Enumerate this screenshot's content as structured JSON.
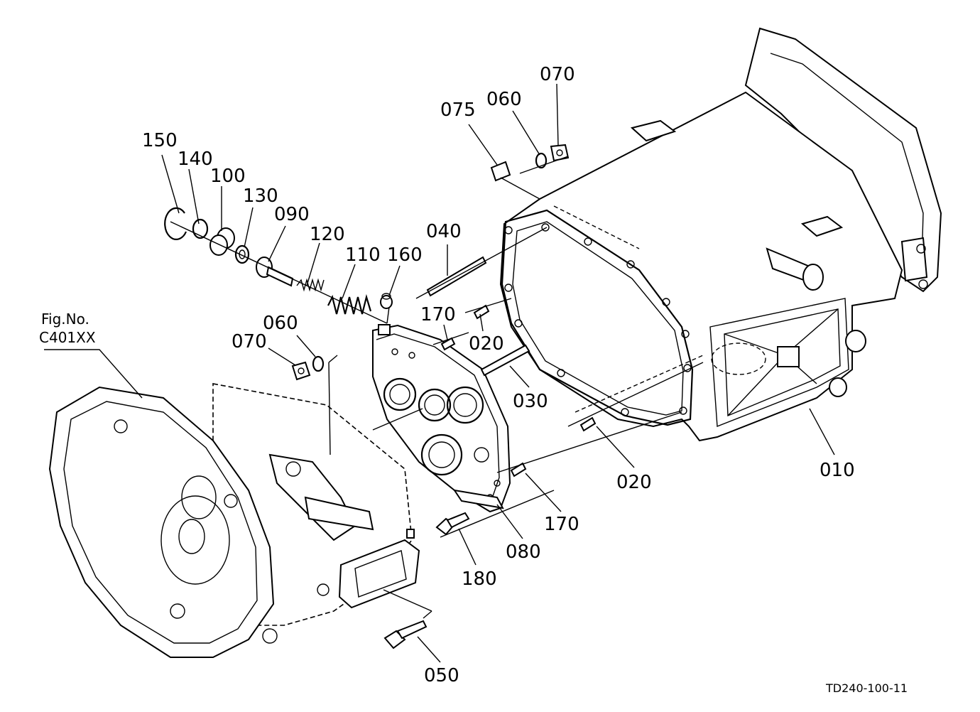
{
  "figure_ref": {
    "line1": "Fig.No.",
    "line2": "C401XX"
  },
  "drawing_number": "TD240-100-11",
  "callouts": {
    "p010": "010",
    "p020a": "020",
    "p020b": "020",
    "p030": "030",
    "p040": "040",
    "p050": "050",
    "p060a": "060",
    "p060b": "060",
    "p070a": "070",
    "p070b": "070",
    "p075": "075",
    "p080": "080",
    "p090": "090",
    "p100": "100",
    "p110": "110",
    "p120": "120",
    "p130": "130",
    "p140": "140",
    "p150": "150",
    "p160": "160",
    "p170a": "170",
    "p170b": "170",
    "p180": "180"
  }
}
